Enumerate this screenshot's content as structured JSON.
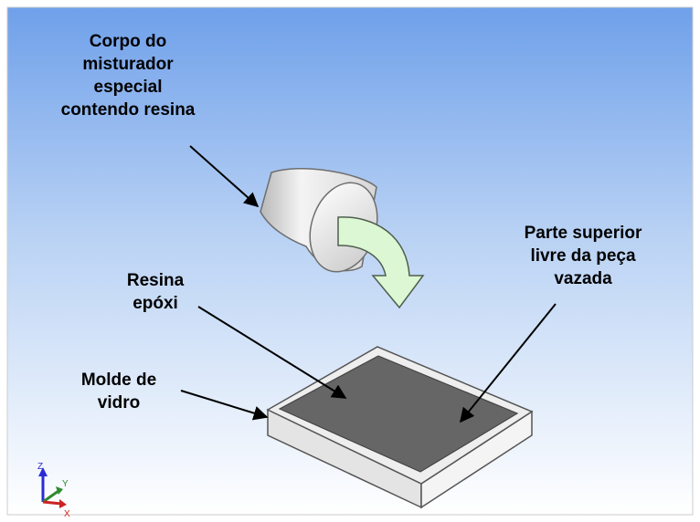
{
  "colors": {
    "background_top": "#6fa0ea",
    "background_bottom": "#ffffff",
    "resin": "#666666",
    "mold": "#eeeeee",
    "arrow_fill": "#dcf7d3",
    "cup": "#f2f2f2"
  },
  "labels": {
    "mixer": [
      "Corpo do",
      "misturador",
      "especial",
      "contendo resina"
    ],
    "top_surface": [
      "Parte superior",
      "livre da peça",
      "vazada"
    ],
    "resin": [
      "Resina",
      "epóxi"
    ],
    "mold": [
      "Molde de",
      "vidro"
    ]
  },
  "axes": {
    "z": "Z",
    "y": "Y",
    "x": "X"
  },
  "icons": [
    "mixer-cup-icon",
    "pour-arrow-icon",
    "glass-mold-icon",
    "axis-triad-icon"
  ]
}
